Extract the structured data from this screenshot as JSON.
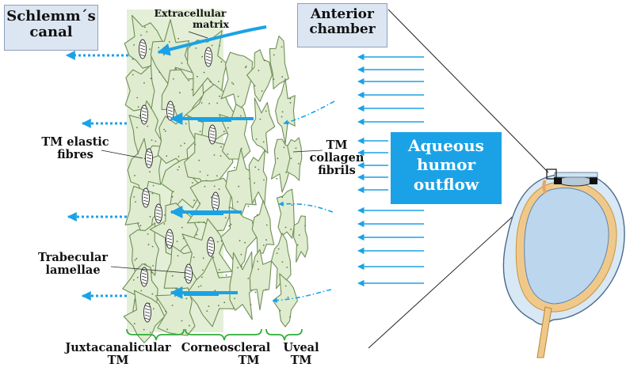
{
  "labels": {
    "schlemm_line1": "Schlemm´s",
    "schlemm_line2": "canal",
    "ecm_line1": "Extracellular",
    "ecm_line2": "matrix",
    "anterior_line1": "Anterior",
    "anterior_line2": "chamber",
    "elastic_line1": "TM elastic",
    "elastic_line2": "fibres",
    "collagen_line1": "TM",
    "collagen_line2": "collagen",
    "collagen_line3": "fibrils",
    "trabecular_line1": "Trabecular",
    "trabecular_line2": "lamellae",
    "aqueous_line1": "Aqueous",
    "aqueous_line2": "humor",
    "aqueous_line3": "outflow",
    "juxta_line1": "Juxtacanalicular",
    "juxta_line2": "TM",
    "corneo_line1": "Corneoscleral",
    "corneo_line2": "TM",
    "uveal_line1": "Uveal",
    "uveal_line2": "TM"
  },
  "colors": {
    "flow_arrow": "#1ba2e6",
    "tissue_fill": "#dfeccf",
    "tissue_stroke": "#6f8f57",
    "juxta_band": "#e4efd7",
    "bracket": "#2fae3a",
    "label_box": "#dce6f2",
    "eye_outer": "#d8e8f5",
    "eye_sclera": "#f0c98a",
    "eye_inner": "#bcd6ee"
  }
}
